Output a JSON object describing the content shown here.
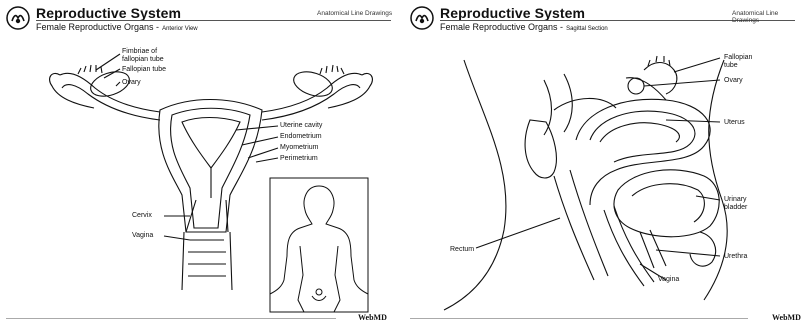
{
  "left": {
    "title": "Reproductive System",
    "subtitle": "Female Reproductive Organs -",
    "view": "Anterior View",
    "header_right": "Anatomical Line Drawings",
    "labels": {
      "fimbriae": "Fimbriae of\nfallopian tube",
      "fallopian": "Fallopian tube",
      "ovary": "Ovary",
      "uterine_cavity": "Uterine cavity",
      "endometrium": "Endometrium",
      "myometrium": "Myometrium",
      "perimetrium": "Perimetrium",
      "cervix": "Cervix",
      "vagina": "Vagina"
    },
    "brand": "WebMD"
  },
  "right": {
    "title": "Reproductive System",
    "subtitle": "Female Reproductive Organs -",
    "view": "Sagittal Section",
    "header_right": "Anatomical Line Drawings",
    "labels": {
      "fallopian": "Fallopian\ntube",
      "ovary": "Ovary",
      "uterus": "Uterus",
      "bladder": "Urinary\nbladder",
      "rectum": "Rectum",
      "urethra": "Urethra",
      "vagina": "Vagina"
    },
    "brand": "WebMD"
  }
}
